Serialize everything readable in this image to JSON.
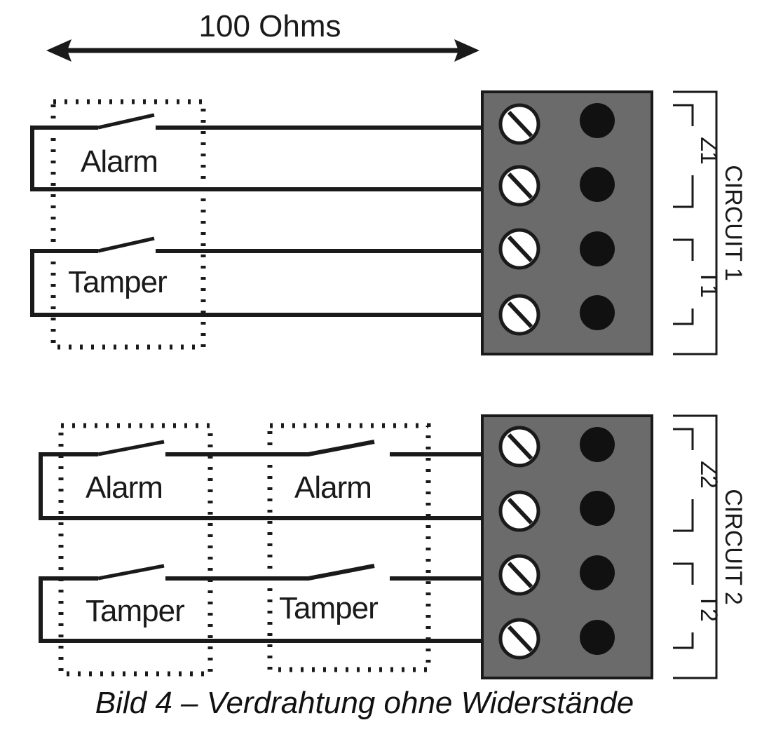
{
  "distance_label": "100 Ohms",
  "circuit1": {
    "name": "CIRCUIT 1",
    "zone_label": "Z1",
    "tamper_label": "T1",
    "switches": [
      {
        "alarm_label": "Alarm",
        "tamper_label": "Tamper"
      }
    ]
  },
  "circuit2": {
    "name": "CIRCUIT 2",
    "zone_label": "Z2",
    "tamper_label": "T2",
    "switches": [
      {
        "alarm_label": "Alarm",
        "tamper_label": "Tamper"
      },
      {
        "alarm_label": "Alarm",
        "tamper_label": "Tamper"
      }
    ]
  },
  "caption": "Bild 4 – Verdrahtung ohne Widerstände",
  "colors": {
    "terminal_block": "#6b6b6b",
    "wire": "#1a1a1a",
    "screw": "#ffffff"
  }
}
